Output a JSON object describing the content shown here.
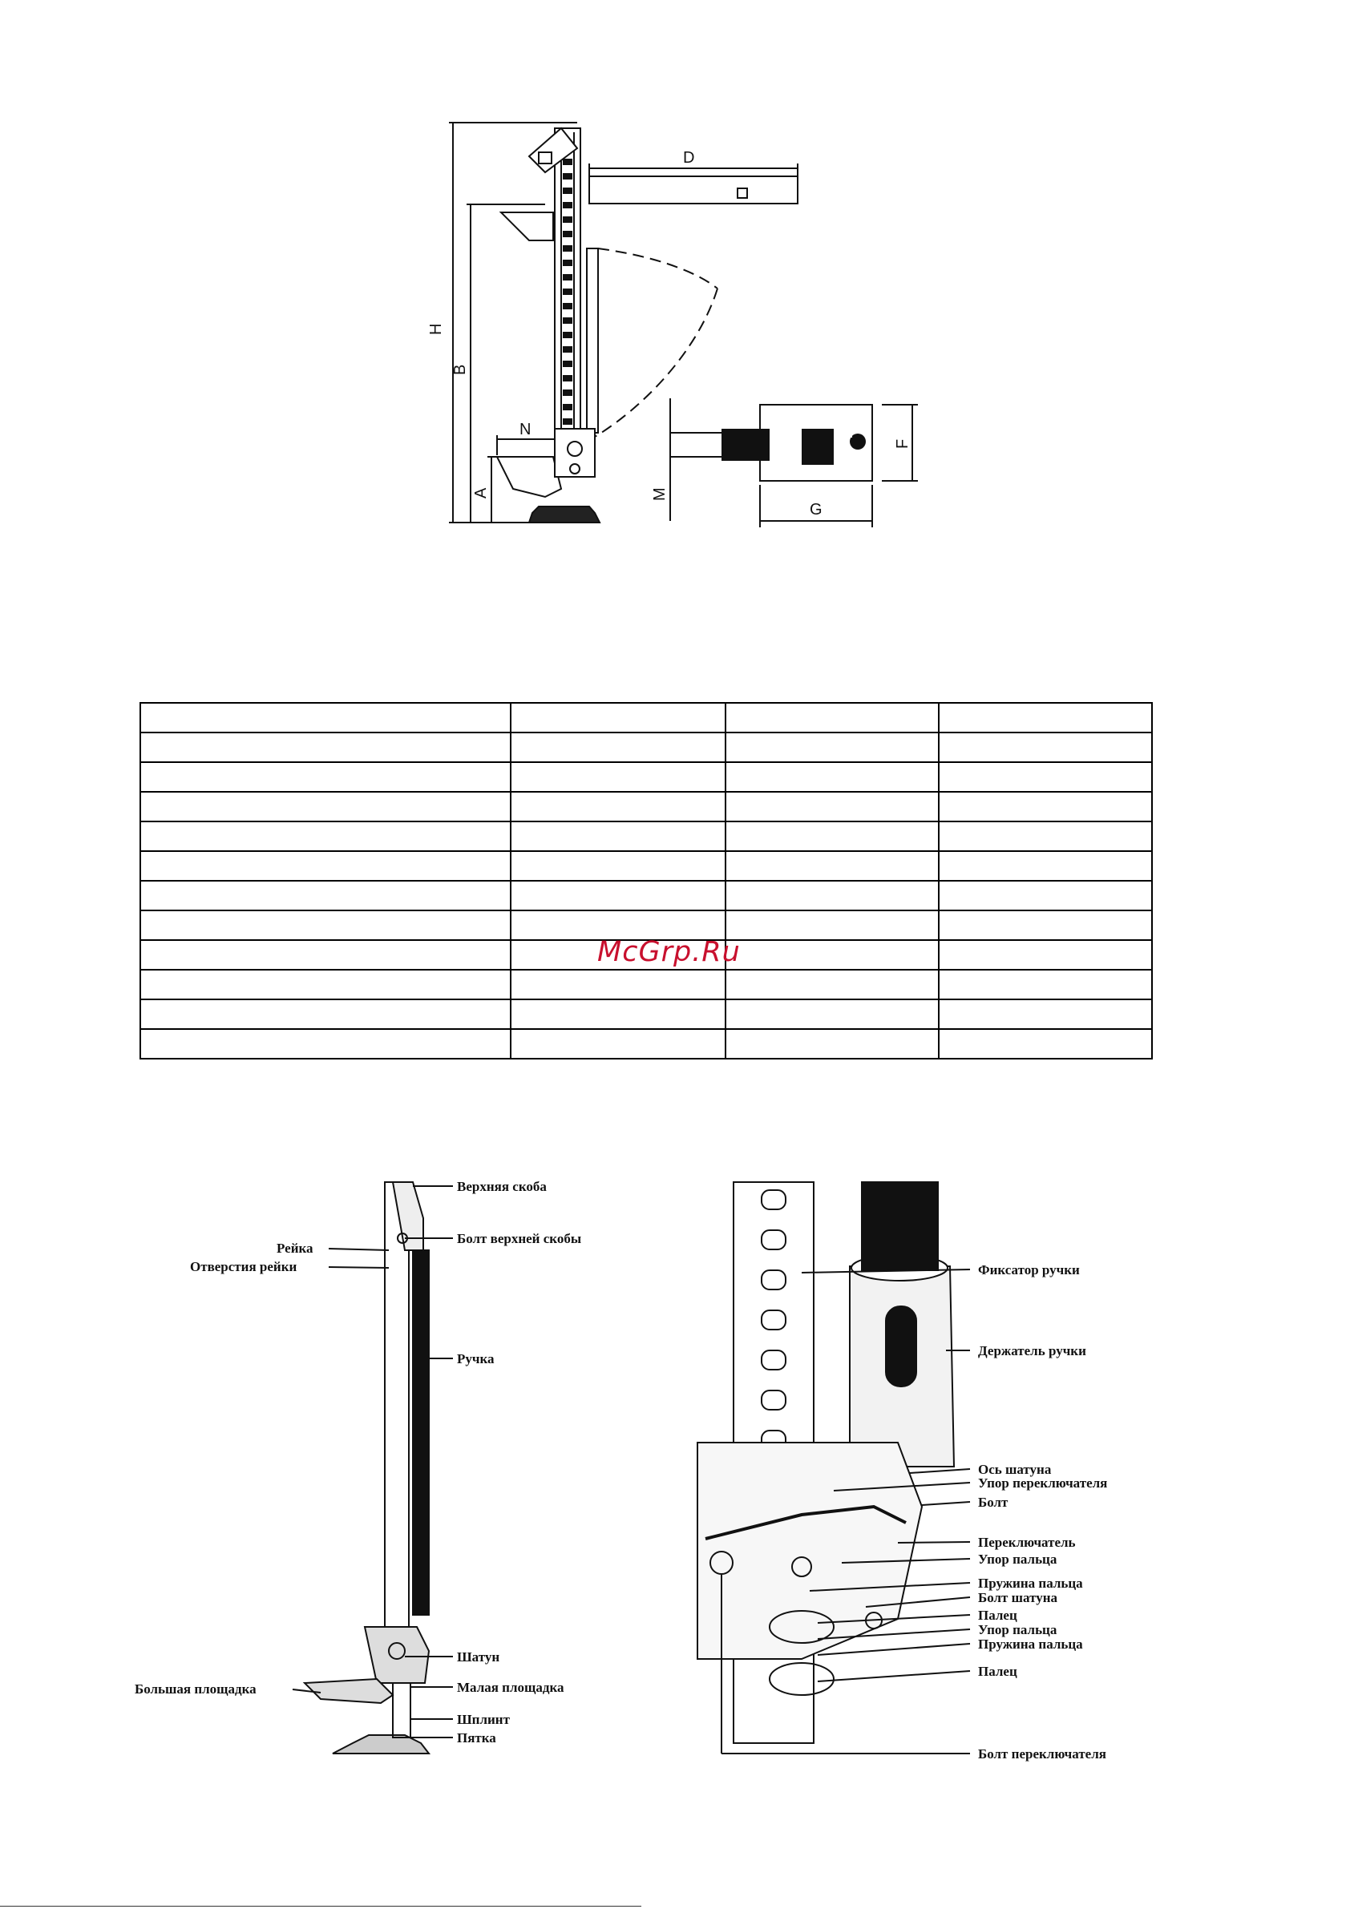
{
  "dimension_diagram": {
    "letters": [
      "H",
      "B",
      "A",
      "D",
      "N",
      "M",
      "F",
      "G"
    ]
  },
  "spec_table": {
    "columns": 4,
    "rows": 12
  },
  "watermark": "McGrp.Ru",
  "left_figure": {
    "labels": {
      "top_bracket": "Верхняя скоба",
      "top_bracket_bolt": "Болт верхней скобы",
      "rack": "Рейка",
      "rack_holes": "Отверстия рейки",
      "handle": "Ручка",
      "rod": "Шатун",
      "large_platform": "Большая площадка",
      "small_platform": "Малая площадка",
      "cotter_pin": "Шплинт",
      "heel": "Пятка"
    }
  },
  "right_figure": {
    "labels": {
      "handle_lock": "Фиксатор ручки",
      "handle_holder": "Держатель ручки",
      "rod_axis": "Ось шатуна",
      "switch_stop": "Упор переключателя",
      "bolt": "Болт",
      "switch": "Переключатель",
      "pin_stop_1": "Упор пальца",
      "pin_spring_1": "Пружина пальца",
      "rod_bolt": "Болт шатуна",
      "pin_1": "Палец",
      "pin_stop_2": "Упор пальца",
      "pin_spring_2": "Пружина пальца",
      "pin_2": "Палец",
      "switch_bolt": "Болт переключателя"
    }
  },
  "colors": {
    "watermark": "#c8102e",
    "ink": "#111111"
  }
}
